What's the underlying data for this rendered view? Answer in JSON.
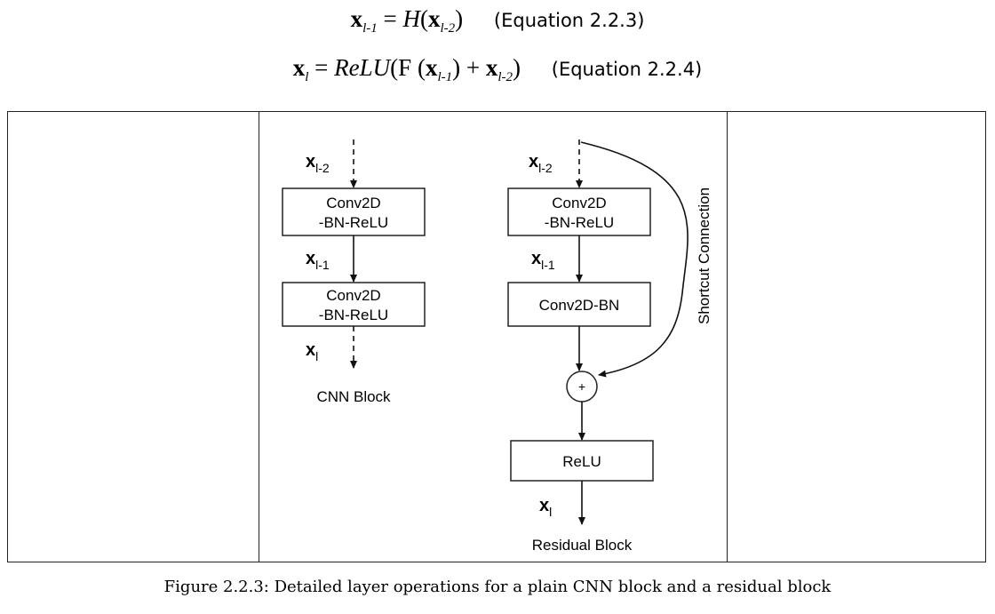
{
  "equations": [
    {
      "lhs_var": "x",
      "lhs_sub": "l-1",
      "rhs_func": "H",
      "rhs_var": "x",
      "rhs_sub": "l-2",
      "label": "(Equation 2.2.3)"
    },
    {
      "lhs_var": "x",
      "lhs_sub": "l",
      "rhs_func": "ReLU",
      "rhs_f": "F",
      "rhs_var1": "x",
      "rhs_sub1": "l-1",
      "rhs_var2": "x",
      "rhs_sub2": "l-2",
      "label": "(Equation 2.2.4)"
    }
  ],
  "cnn_block": {
    "input_var": "x",
    "input_sub": "l-2",
    "box1_line1": "Conv2D",
    "box1_line2": "-BN-ReLU",
    "mid_var": "x",
    "mid_sub": "l-1",
    "box2_line1": "Conv2D",
    "box2_line2": "-BN-ReLU",
    "output_var": "x",
    "output_sub": "l",
    "caption": "CNN Block"
  },
  "residual_block": {
    "input_var": "x",
    "input_sub": "l-2",
    "box1_line1": "Conv2D",
    "box1_line2": "-BN-ReLU",
    "mid_var": "x",
    "mid_sub": "l-1",
    "box2_label": "Conv2D-BN",
    "add_symbol": "+",
    "box3_label": "ReLU",
    "output_var": "x",
    "output_sub": "l",
    "shortcut_label": "Shortcut Connection",
    "caption": "Residual Block"
  },
  "figure_caption": "Figure 2.2.3: Detailed layer operations for a plain CNN block and a residual block"
}
